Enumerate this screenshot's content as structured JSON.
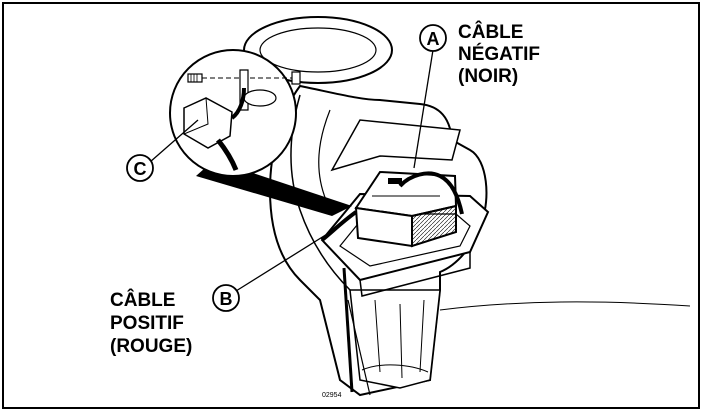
{
  "callouts": {
    "a": {
      "letter": "A",
      "lines": [
        "CÂBLE",
        "NÉGATIF",
        "(NOIR)"
      ]
    },
    "b": {
      "letter": "B",
      "lines": [
        "CÂBLE",
        "POSITIF",
        "(ROUGE)"
      ]
    },
    "c": {
      "letter": "C"
    }
  },
  "figure_number": "02954",
  "colors": {
    "line": "#000000",
    "shade": "#d9d9d9",
    "background": "#ffffff"
  }
}
